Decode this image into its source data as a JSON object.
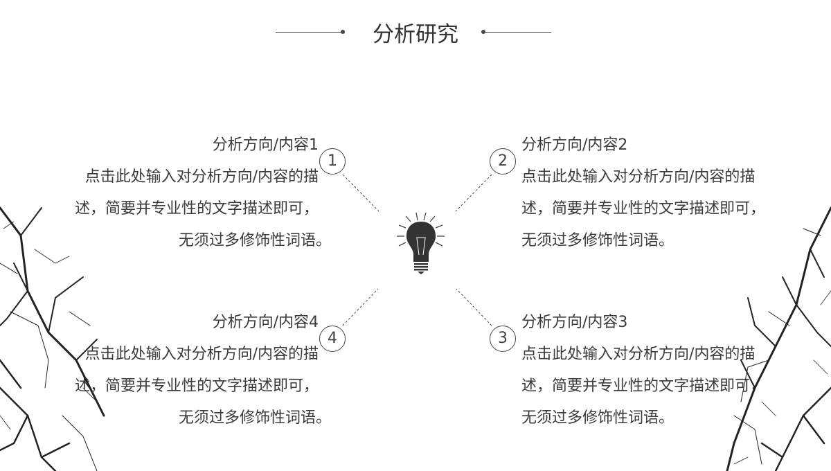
{
  "title": "分析研究",
  "items": [
    {
      "number": "1",
      "heading": "分析方向/内容1",
      "lines": [
        "点击此处输入对分析方向/内容的描",
        "述，简要并专业性的文字描述即可，",
        "无须过多修饰性词语。"
      ]
    },
    {
      "number": "2",
      "heading": "分析方向/内容2",
      "lines": [
        "点击此处输入对分析方向/内容的描",
        "述，简要并专业性的文字描述即可，",
        "无须过多修饰性词语。"
      ]
    },
    {
      "number": "3",
      "heading": "分析方向/内容3",
      "lines": [
        "点击此处输入对分析方向/内容的描",
        "述，简要并专业性的文字描述即可，",
        "无须过多修饰性词语。"
      ]
    },
    {
      "number": "4",
      "heading": "分析方向/内容4",
      "lines": [
        "点击此处输入对分析方向/内容的描",
        "述，简要并专业性的文字描述即可，",
        "无须过多修饰性词语。"
      ]
    }
  ],
  "center_icon": "lightbulb-icon"
}
